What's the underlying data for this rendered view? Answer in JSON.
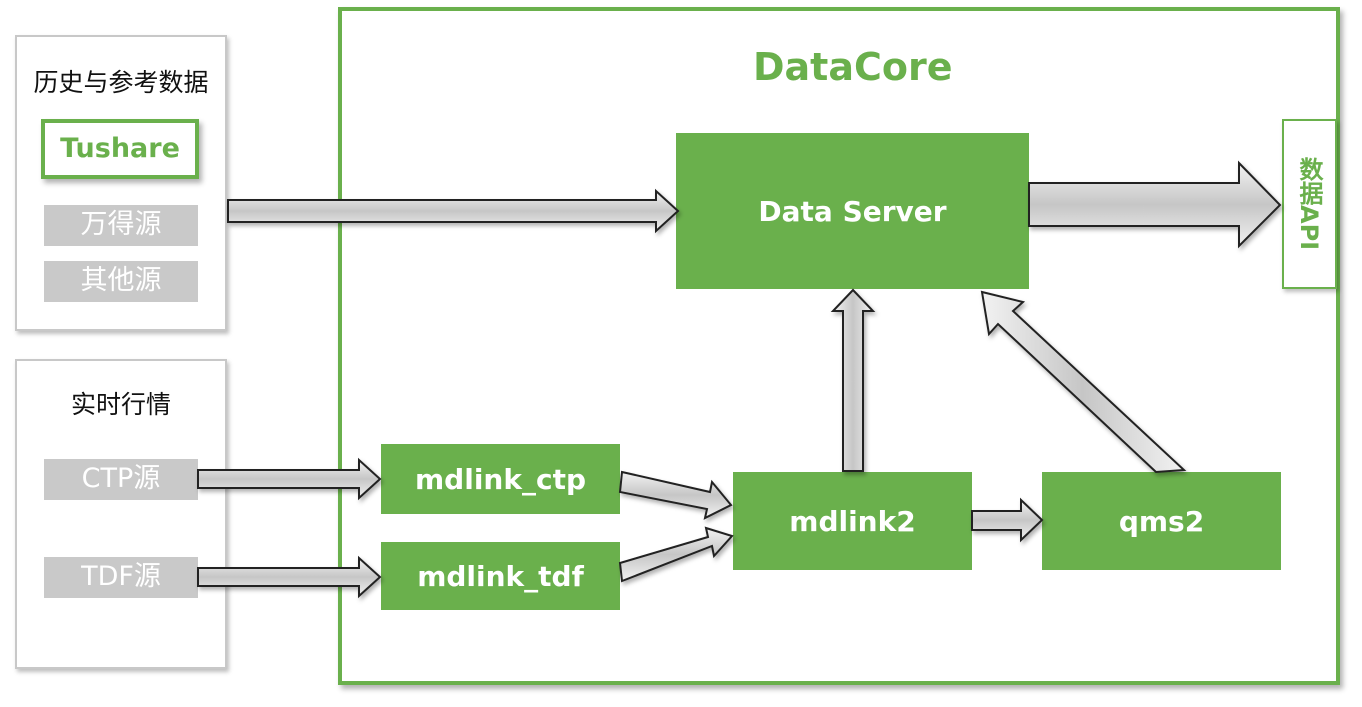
{
  "history": {
    "title": "历史与参考数据",
    "tushare": "Tushare",
    "sources": [
      "万得源",
      "其他源"
    ]
  },
  "realtime": {
    "title": "实时行情",
    "sources": [
      "CTP源",
      "TDF源"
    ]
  },
  "datacore": {
    "title": "DataCore",
    "data_server": "Data Server",
    "mdlink_ctp": "mdlink_ctp",
    "mdlink_tdf": "mdlink_tdf",
    "mdlink2": "mdlink2",
    "qms2": "qms2",
    "api": "数据API"
  },
  "colors": {
    "green": "#6ab04c",
    "gray_chip": "#c9c9c9",
    "panel_border": "#c8c8c8"
  }
}
